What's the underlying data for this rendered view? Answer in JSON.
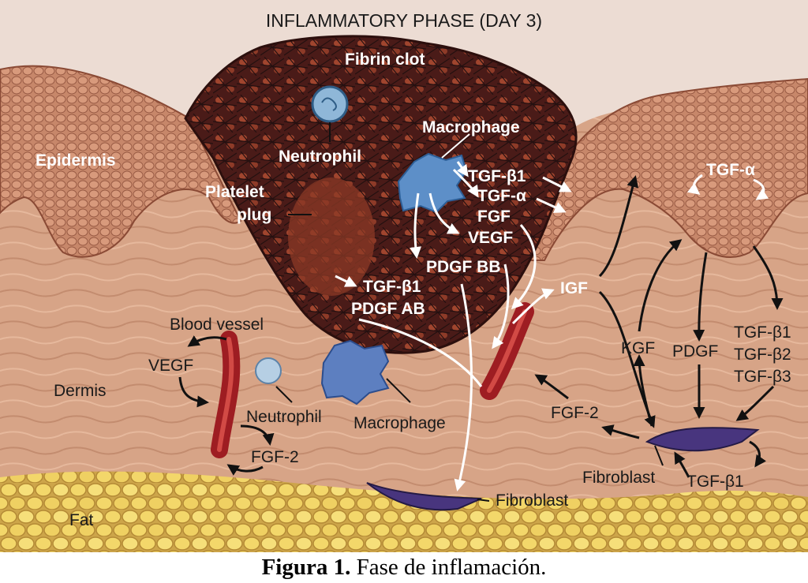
{
  "title": "INFLAMMATORY PHASE (DAY 3)",
  "labels": {
    "fibrin_clot": "Fibrin clot",
    "epidermis": "Epidermis",
    "neutrophil_top": "Neutrophil",
    "macrophage_top": "Macrophage",
    "platelet_1": "Platelet",
    "platelet_2": "plug",
    "tgf_b1_a": "TGF-β1",
    "tgf_a_a": "TGF-α",
    "fgf": "FGF",
    "vegf_top": "VEGF",
    "pdgf_bb": "PDGF BB",
    "tgf_b1_b": "TGF-β1",
    "pdgf_ab": "PDGF AB",
    "tgf_a_right": "TGF-α",
    "igf": "IGF",
    "blood_vessel": "Blood vessel",
    "vegf_left": "VEGF",
    "dermis": "Dermis",
    "neutrophil_bottom": "Neutrophil",
    "fgf2_left": "FGF-2",
    "macrophage_bottom": "Macrophage",
    "kgf": "KGF",
    "pdgf": "PDGF",
    "tgf_b1_r": "TGF-β1",
    "tgf_b2_r": "TGF-β2",
    "tgf_b3_r": "TGF-β3",
    "fgf2_right": "FGF-2",
    "fibroblast_right": "Fibroblast",
    "tgf_b1_bottom": "TGF-β1",
    "fibroblast_bottom": "Fibroblast",
    "fat": "Fat"
  },
  "caption": {
    "bold": "Figura 1.",
    "text": "Fase de inflamación."
  },
  "colors": {
    "skin": "#dba58a",
    "epidermis": "#c98a6c",
    "clot": "#4d1d1a",
    "fat": "#f1d464",
    "vessel": "#9e1d22",
    "macrophage": "#5d8fc8",
    "fibroblast": "#48357e"
  }
}
